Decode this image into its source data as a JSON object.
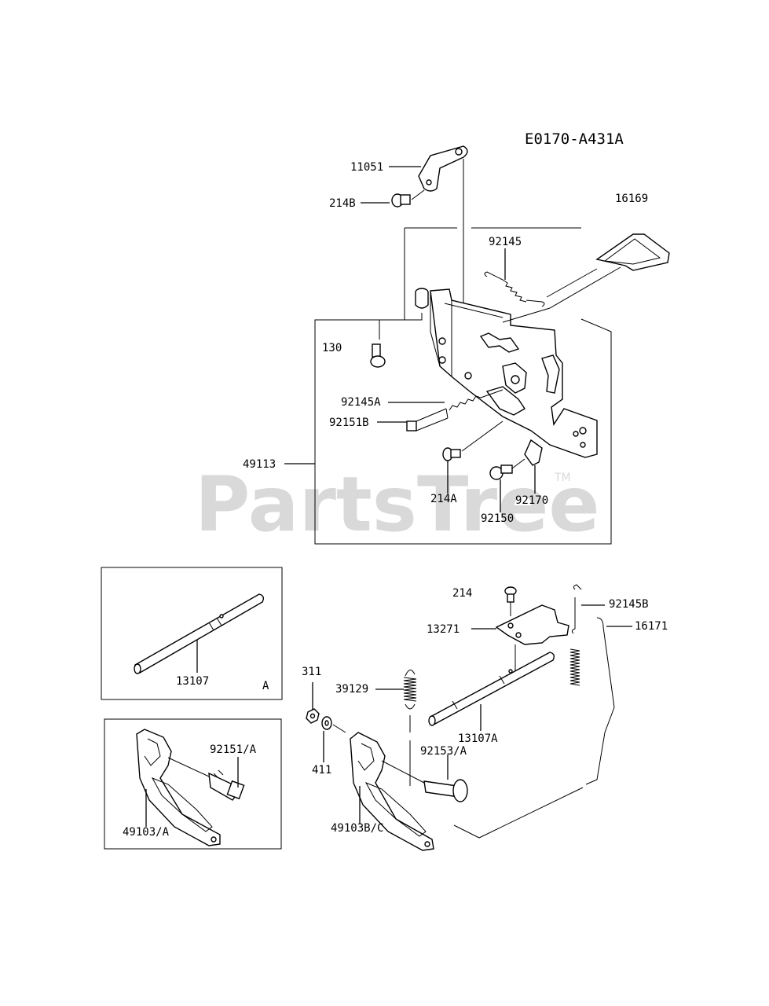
{
  "diagram": {
    "code": "E0170-A431A",
    "watermark": "PartsTree",
    "trademark": "TM",
    "inset_a_letter": "A",
    "parts": {
      "p11051": "11051",
      "p214B": "214B",
      "p16169": "16169",
      "p92145": "92145",
      "p130": "130",
      "p92145A": "92145A",
      "p92151B": "92151B",
      "p49113": "49113",
      "p214A": "214A",
      "p92170": "92170",
      "p92150": "92150",
      "p13107": "13107",
      "p214": "214",
      "p92145B": "92145B",
      "p13271": "13271",
      "p16171": "16171",
      "p311": "311",
      "p39129": "39129",
      "p13107A": "13107A",
      "p92151A": "92151/A",
      "p411": "411",
      "p92153A": "92153/A",
      "p49103A": "49103/A",
      "p49103BC": "49103B/C"
    }
  }
}
